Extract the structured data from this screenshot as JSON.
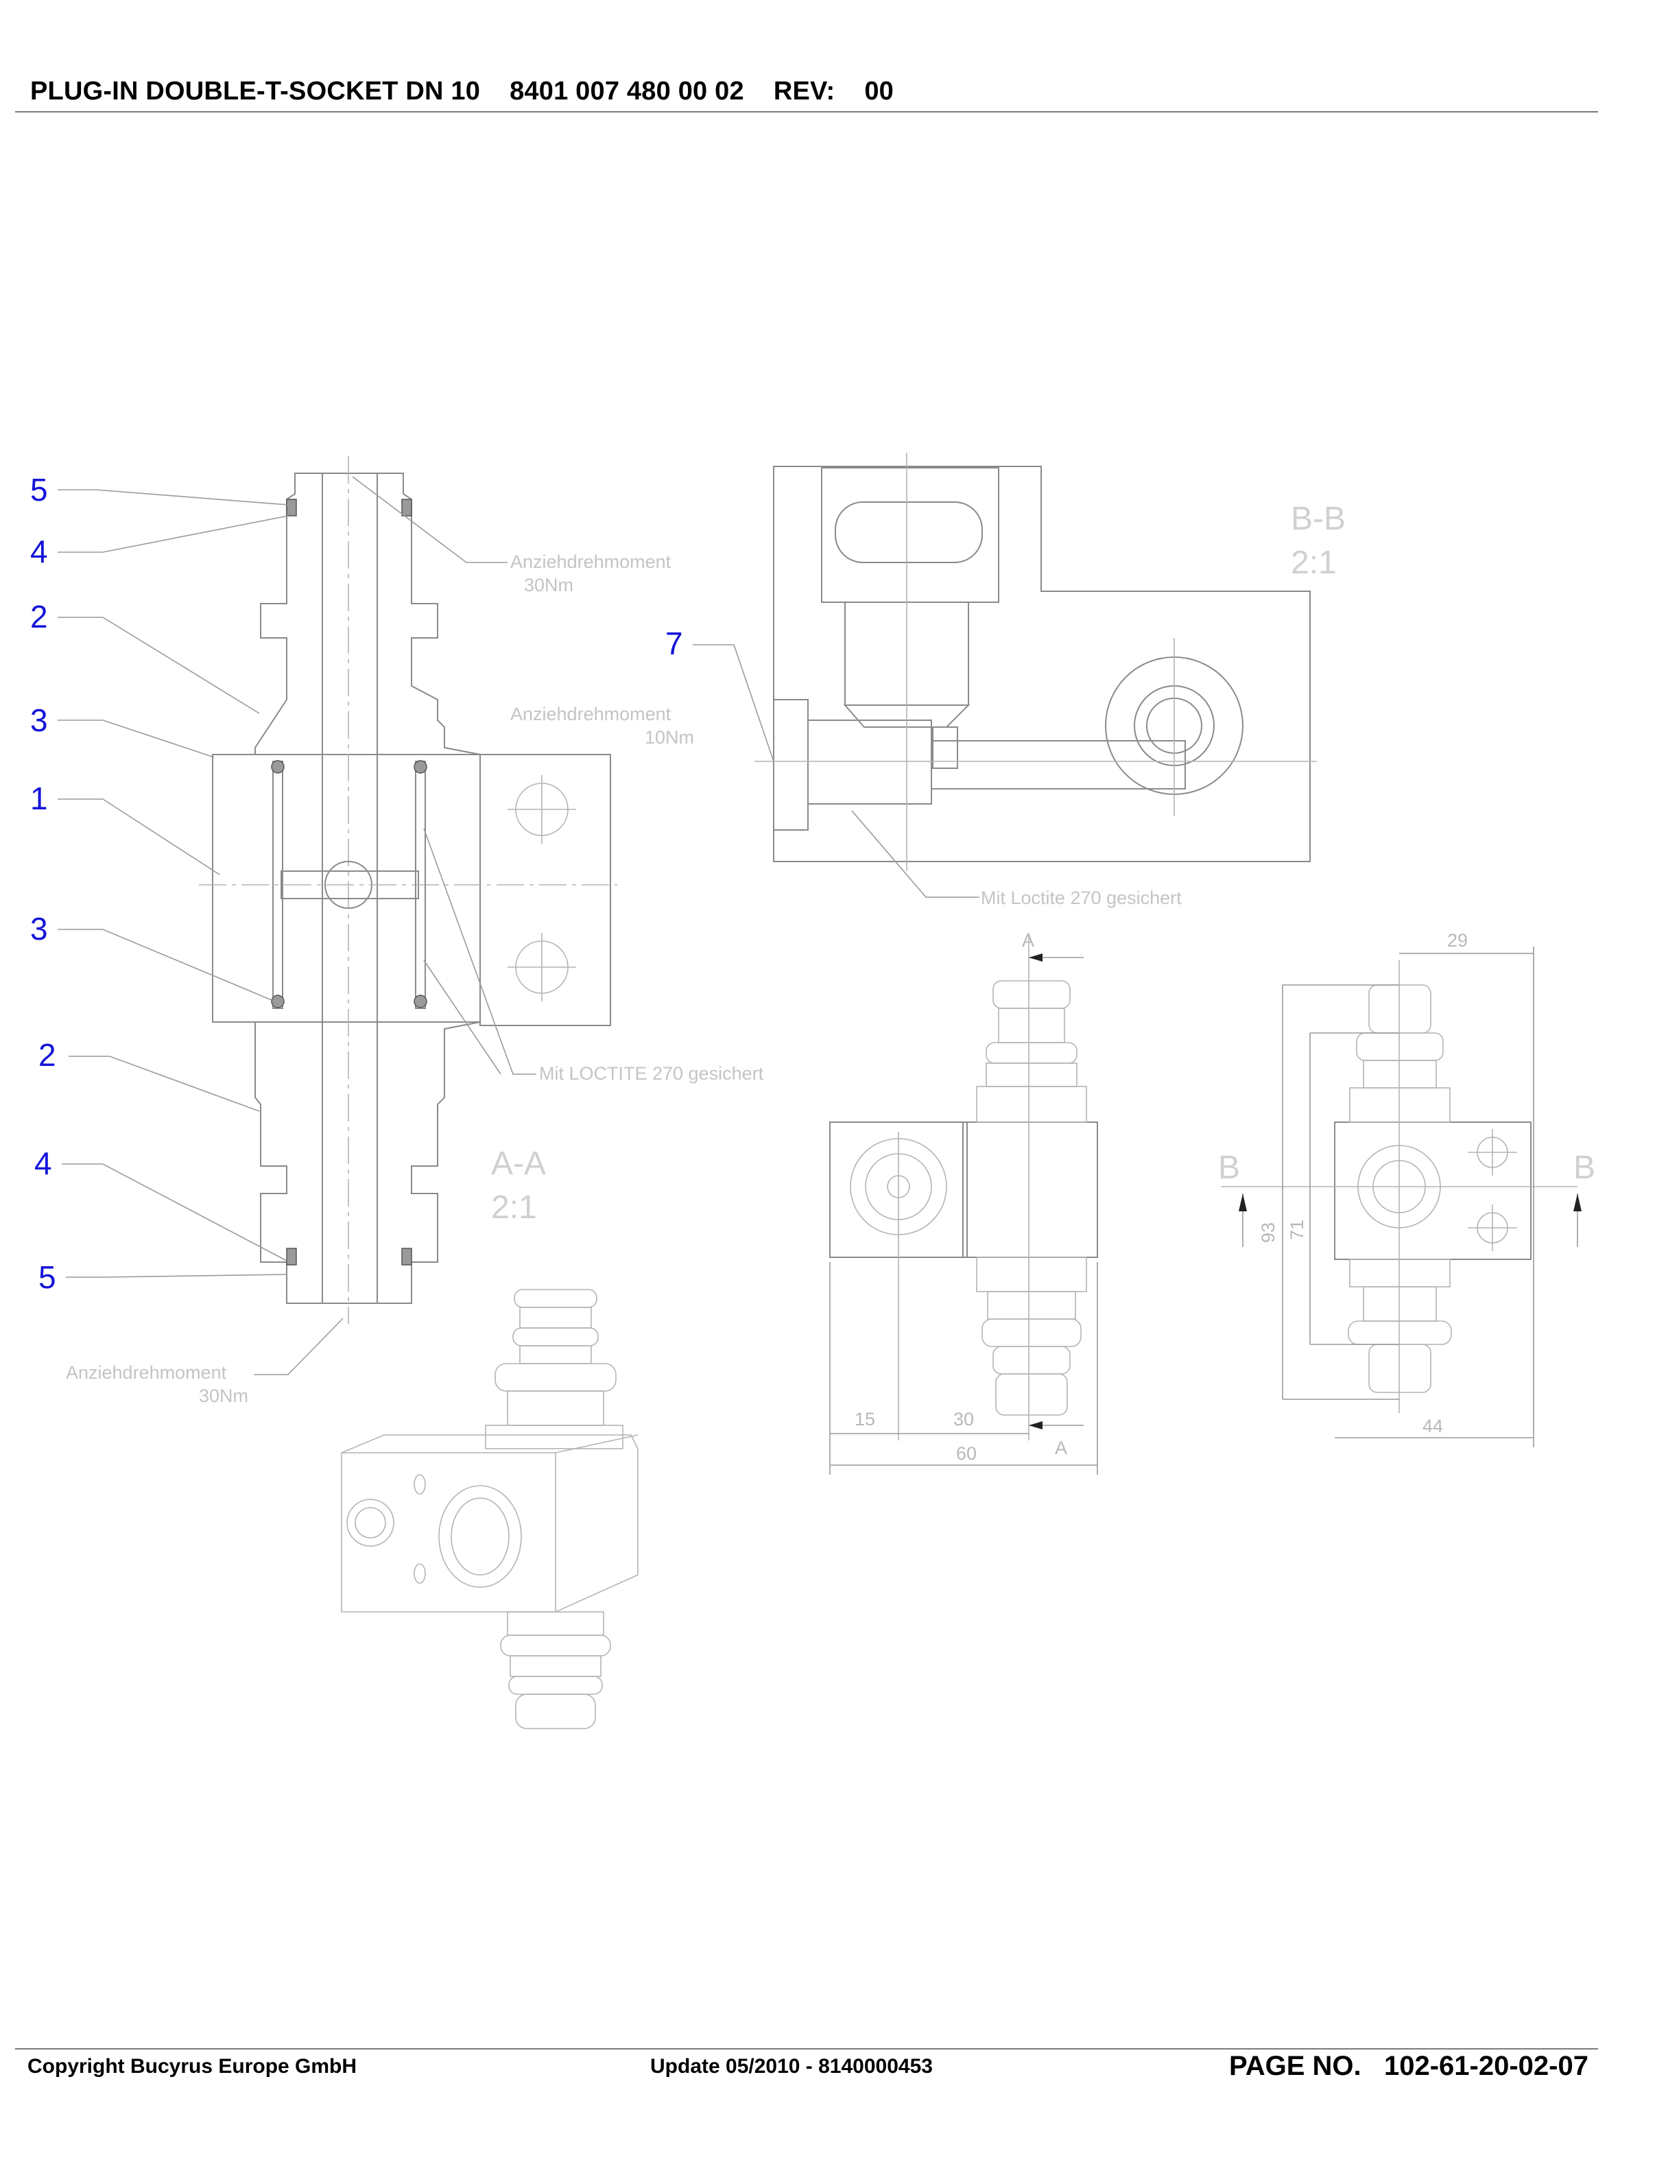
{
  "header": {
    "title": "PLUG-IN DOUBLE-T-SOCKET DN 10    8401 007 480 00 02    REV:    00"
  },
  "footer": {
    "copyright": "Copyright Bucyrus Europe GmbH",
    "update": "Update 05/2010 - 8140000453",
    "page_label": "PAGE NO.",
    "page_number": "102-61-20-02-07"
  },
  "callouts": [
    "5",
    "4",
    "2",
    "3",
    "1",
    "3",
    "2",
    "4",
    "5",
    "7"
  ],
  "notes": {
    "torque_top_1": "Anziehdrehmoment",
    "torque_top_2": "30Nm",
    "torque_mid_1": "Anziehdrehmoment",
    "torque_mid_2": "10Nm",
    "torque_bot_1": "Anziehdrehmoment",
    "torque_bot_2": "30Nm",
    "loctite_section": "Mit LOCTITE 270 gesichert",
    "loctite_bb": "Mit Loctite 270 gesichert"
  },
  "views": {
    "aa_label": "A-A",
    "aa_scale": "2:1",
    "bb_label": "B-B",
    "bb_scale": "2:1",
    "cut_a": "A",
    "cut_b": "B"
  },
  "dimensions": {
    "d15": "15",
    "d30": "30",
    "d60": "60",
    "d29": "29",
    "d44": "44",
    "d93": "93",
    "d71": "71"
  },
  "colors": {
    "callout": "#1414d8",
    "linework": "#8a8a8a",
    "text_light": "#c4c4c4"
  }
}
